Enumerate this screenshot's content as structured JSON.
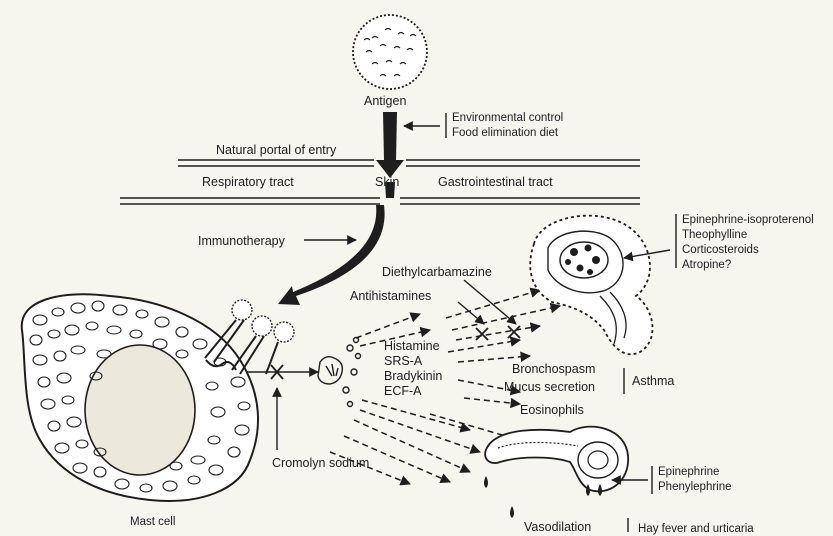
{
  "labels": {
    "antigen": "Antigen",
    "env_control": [
      "Environmental control",
      "Food elimination diet"
    ],
    "portal": "Natural portal of entry",
    "respiratory": "Respiratory tract",
    "skin": "Skin",
    "gi": "Gastrointestinal tract",
    "immunotherapy": "Immunotherapy",
    "diethylcarbamazine": "Diethylcarbamazine",
    "antihistamines": "Antihistamines",
    "airway_drugs": [
      "Epinephrine-isoproterenol",
      "Theophylline",
      "Corticosteroids",
      "Atropine?"
    ],
    "mediators": [
      "Histamine",
      "SRS-A",
      "Bradykinin",
      "ECF-A"
    ],
    "bronchospasm": "Bronchospasm",
    "mucus": "Mucus secretion",
    "asthma": "Asthma",
    "eosinophils": "Eosinophils",
    "cromolyn": "Cromolyn sodium",
    "vessel_drugs": [
      "Epinephrine",
      "Phenylephrine"
    ],
    "mast_cell": "Mast cell",
    "vasodilation": "Vasodilation",
    "vasodilation_effect": "Hay fever and urticaria"
  }
}
